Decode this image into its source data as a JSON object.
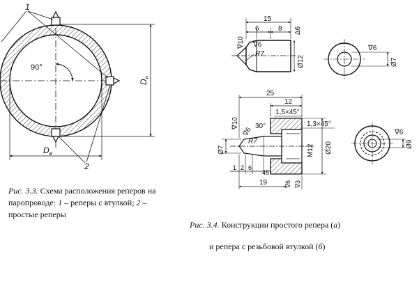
{
  "figure_33": {
    "label_1": "1",
    "label_2": "2",
    "angle": "90°",
    "dim_outer": "D",
    "dim_outer_sub": "н",
    "dim_inner": "D",
    "dim_inner_sub": "в",
    "caption_prefix": "Рис. 3.3.",
    "caption_body_1": " Схема расположения реперов на паропроводе: ",
    "caption_num_1": "1",
    "caption_body_2": " – реперы с втулкой; ",
    "caption_num_2": "2",
    "caption_body_3": " – простые реперы"
  },
  "figure_34a": {
    "dim_total": "15",
    "dim_a": "6",
    "dim_b": "8",
    "dim_delta": "Δ6",
    "rough_10": "∇10",
    "rough_6": "∇6",
    "radius": "R7",
    "dia_12": "Ø12",
    "end_rough": "∇6",
    "dia_7": "Ø7"
  },
  "figure_34b": {
    "dim_25": "25",
    "dim_12": "12",
    "chamfer_1": "1,5×45°",
    "chamfer_2": "1,3×45°",
    "rough_10": "∇10",
    "rough_6a": "∇6",
    "angle_30": "30°",
    "radius": "R7",
    "dia_7": "Ø7",
    "thread": "M12",
    "dia_20": "Ø20",
    "angle_45": "45°",
    "dim_1": "1",
    "dim_2": "2",
    "dim_6": "6",
    "dim_19": "19",
    "rough_6b": "∇6",
    "rough_3": "∇3",
    "end_rough": "∇6",
    "dia_9": "Ø9"
  },
  "captions": {
    "fig34_line1_prefix": "Рис. 3.4.",
    "fig34_line1_body": " Конструкции простого репера (",
    "fig34_line1_a": "а",
    "fig34_line1_end": ")",
    "fig34_line2_body": "и репера с резьбовой втулкой (",
    "fig34_line2_b": "б",
    "fig34_line2_end": ")"
  },
  "colors": {
    "ink": "#111111",
    "paper": "#ffffff"
  }
}
